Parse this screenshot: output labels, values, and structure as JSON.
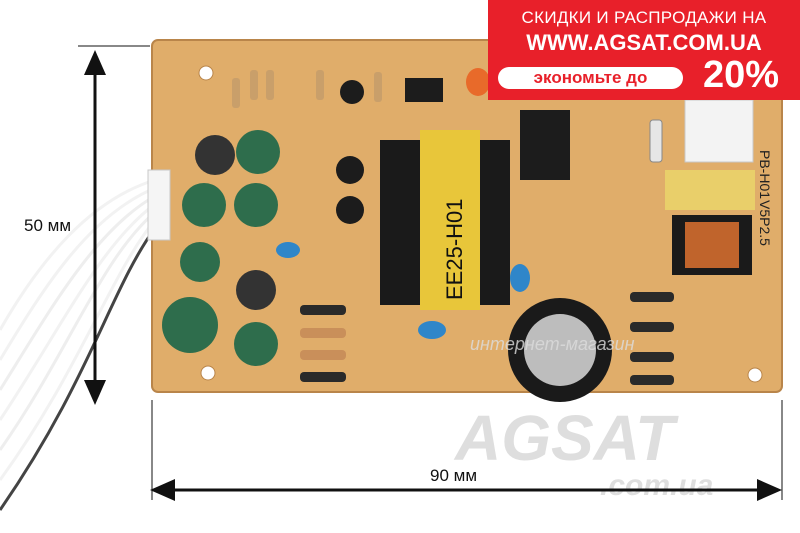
{
  "promo_banner": {
    "line1": "СКИДКИ И РАСПРОДАЖИ НА",
    "line2": "WWW.AGSAT.COM.UA",
    "save_label": "экономьте до",
    "percent": "20%"
  },
  "dimensions": {
    "height_label": "50 мм",
    "width_label": "90 мм"
  },
  "board_labels": {
    "transformer": "EE25-H01",
    "model": "PB-H01",
    "version": "V5P2.5"
  },
  "watermark": {
    "brand": "AGSAT",
    "domain": ".com.ua",
    "tagline": "интернет-магазин"
  },
  "colors": {
    "banner_red": "#e8202a",
    "pcb": "#e0ad6a",
    "capacitor_green": "#2e6d4c"
  }
}
